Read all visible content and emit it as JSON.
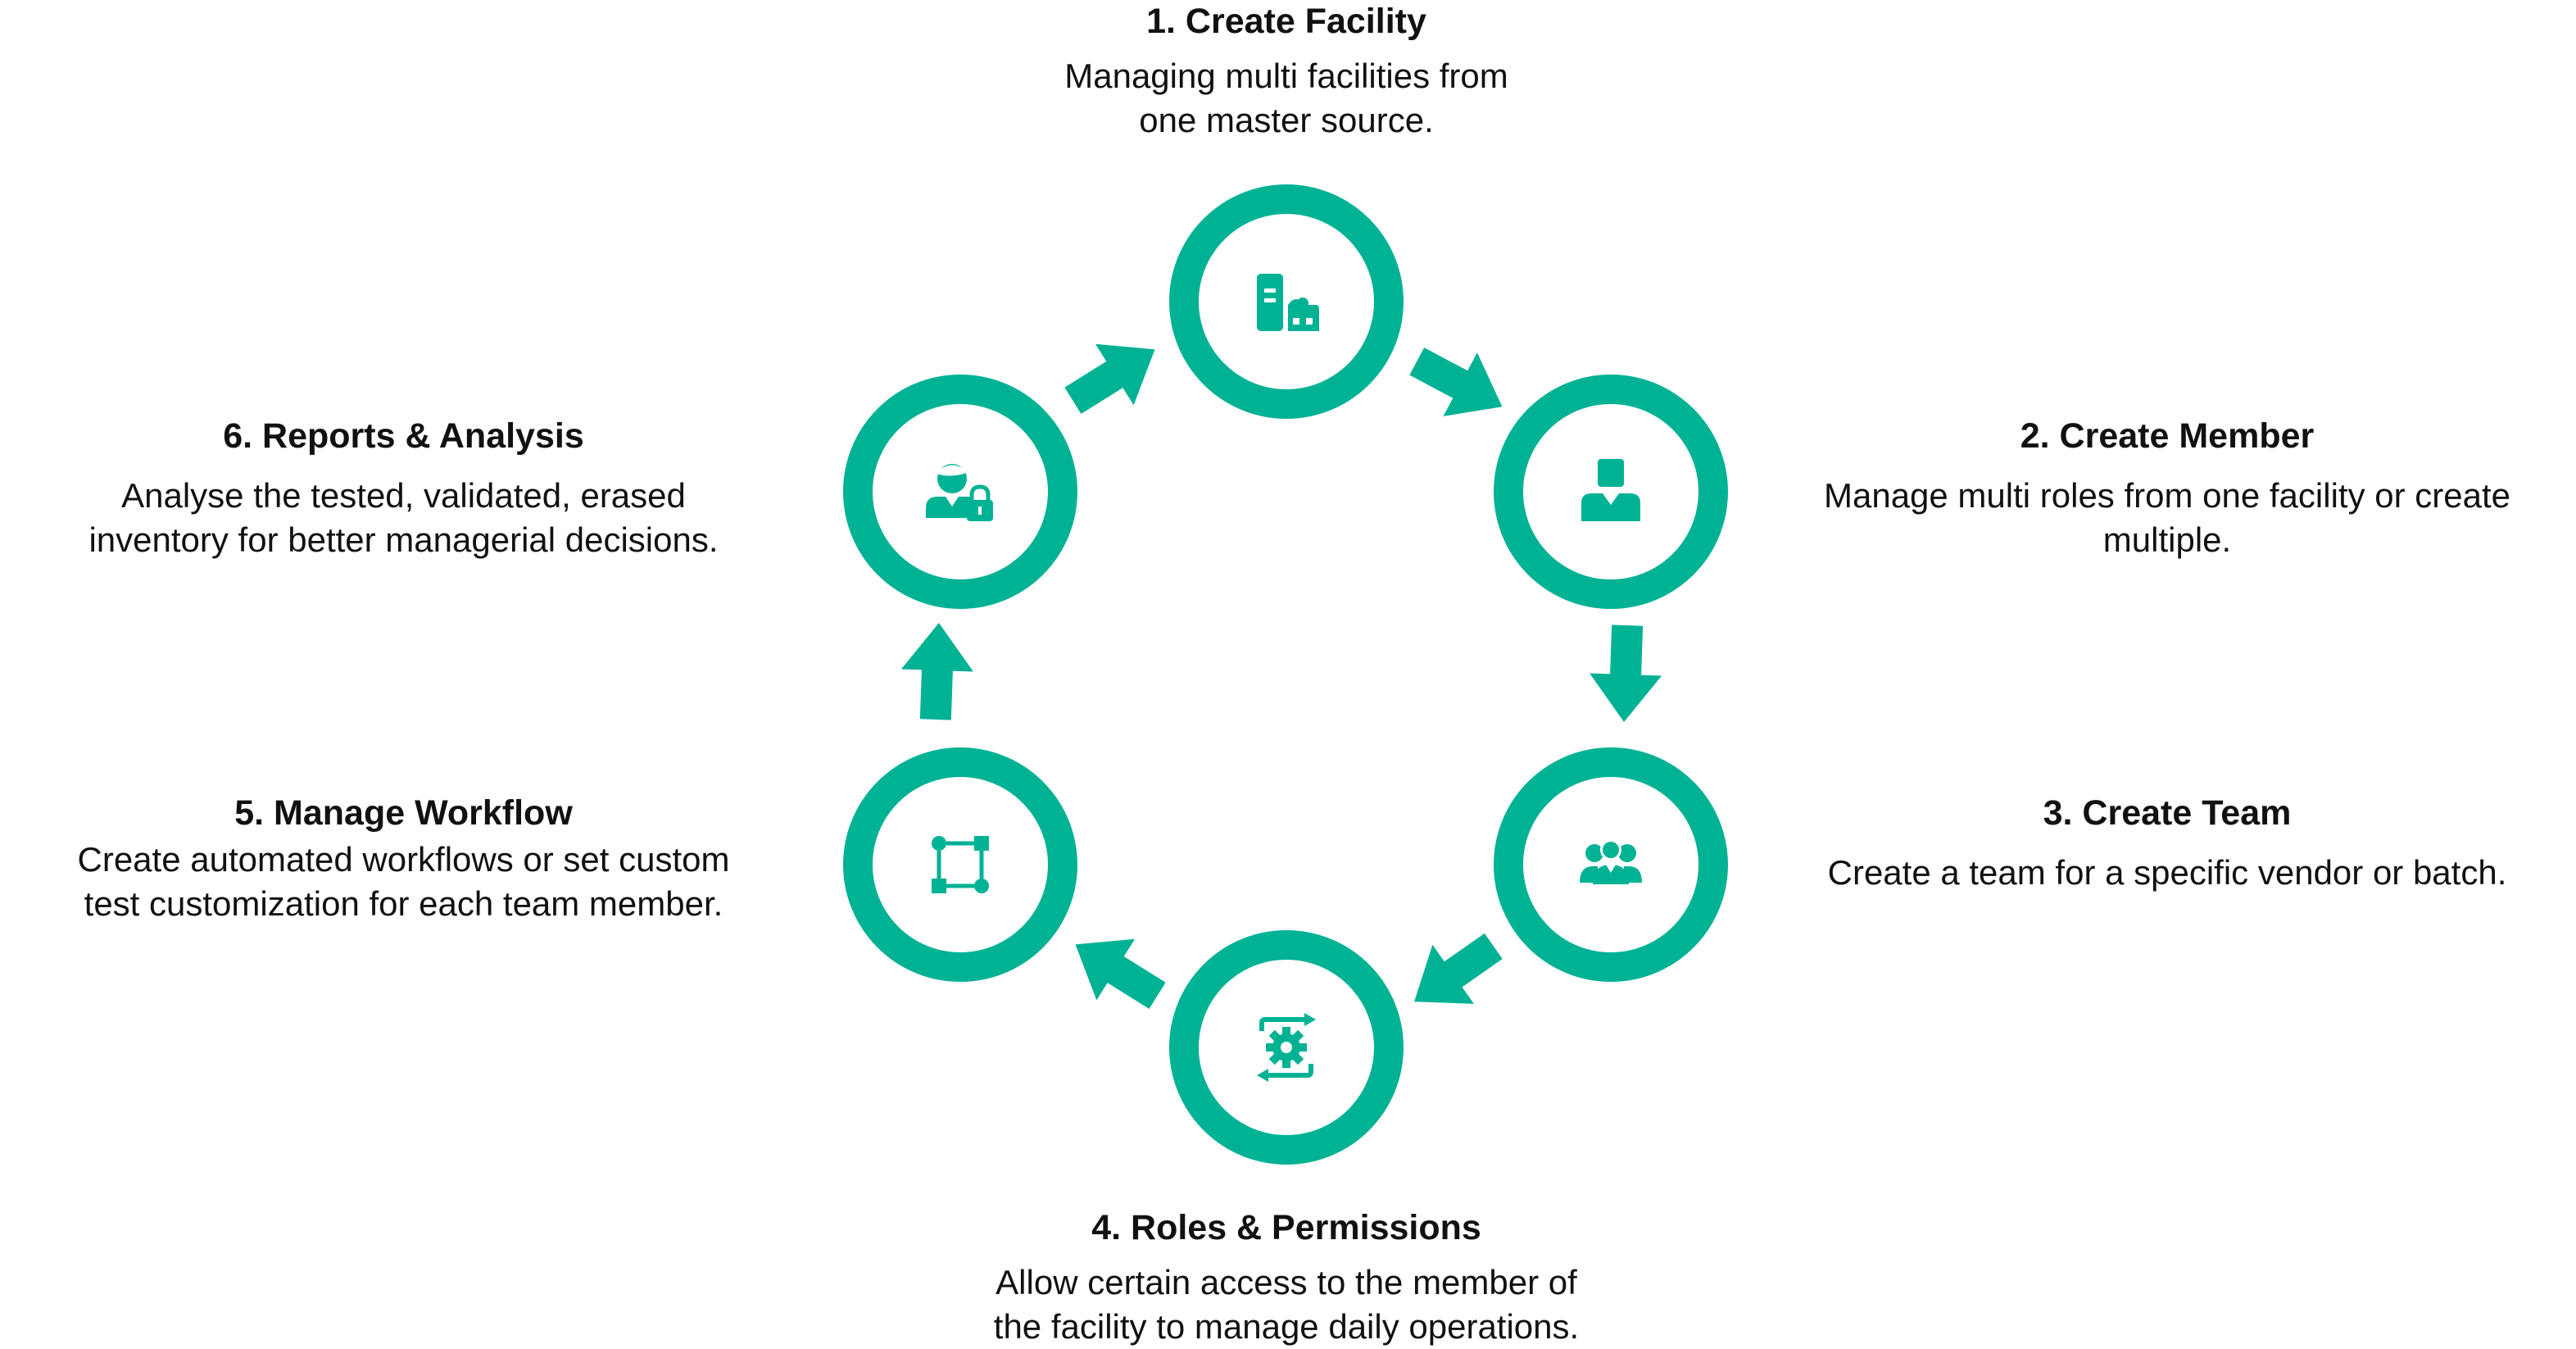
{
  "colors": {
    "accent": "#00B294",
    "text": "#111111",
    "background": "#ffffff"
  },
  "steps": [
    {
      "title": "1. Create Facility",
      "description": [
        "Managing multi facilities from",
        "one master source."
      ],
      "icon": "building-icon"
    },
    {
      "title": "2. Create Member",
      "description": [
        "Manage multi roles from one facility or create",
        "multiple."
      ],
      "icon": "user-icon"
    },
    {
      "title": "3. Create Team",
      "description": [
        "Create a team for a specific vendor or batch."
      ],
      "icon": "team-icon"
    },
    {
      "title": "4. Roles & Permissions",
      "description": [
        "Allow certain access to the member of",
        "the facility to manage daily operations."
      ],
      "icon": "gear-cycle-icon"
    },
    {
      "title": "5. Manage Workflow",
      "description": [
        "Create automated workflows or set custom",
        "test customization for each team member."
      ],
      "icon": "workflow-icon"
    },
    {
      "title": "6. Reports & Analysis",
      "description": [
        "Analyse the tested, validated, erased",
        "inventory for better managerial decisions."
      ],
      "icon": "user-lock-icon"
    }
  ]
}
